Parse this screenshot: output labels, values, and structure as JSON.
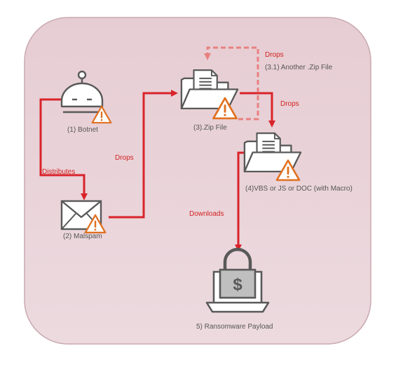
{
  "colors": {
    "background_panel": "#ecd6db",
    "panel_border": "#c9a9b0",
    "arrow": "#d9232a",
    "arrow_dashed": "#e98080",
    "icon_stroke": "#595959",
    "warning": "#e07020",
    "text": "#555555",
    "edge_text": "#d11f1f"
  },
  "nodes": {
    "botnet": {
      "label": "(1) Botnet",
      "icon": "robot-icon"
    },
    "malspam": {
      "label": "(2) Malspam",
      "icon": "envelope-icon"
    },
    "zip": {
      "label": "(3).Zip File",
      "icon": "folder-document-icon"
    },
    "another_zip": {
      "label": "(3.1) Another .Zip File"
    },
    "vbs": {
      "label": "(4)VBS  or JS or DOC  (with Macro)",
      "icon": "folder-document-icon"
    },
    "ransomware": {
      "label": "5) Ransomware Payload",
      "icon": "laptop-lock-icon"
    }
  },
  "edges": {
    "distributes": "Distributes",
    "drops_zip": "Drops",
    "drops_another": "Drops",
    "drops_vbs": "Drops",
    "downloads": "Downloads"
  }
}
